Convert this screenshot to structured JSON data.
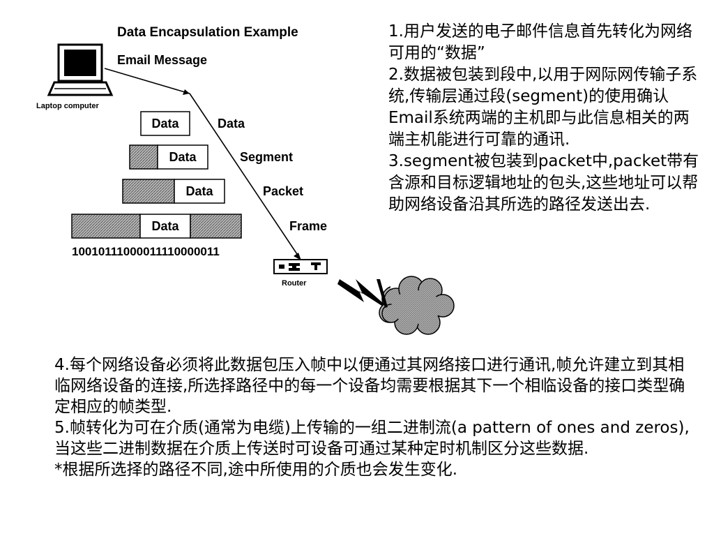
{
  "diagram": {
    "title": "Data Encapsulation Example",
    "email_label": "Email Message",
    "laptop_label": "Laptop computer",
    "router_label": "Router",
    "stage_labels": [
      "Data",
      "Segment",
      "Packet",
      "Frame"
    ],
    "box_label": "Data",
    "bit_stream": "10010111000011110000011"
  },
  "right_text": [
    "1.用户发送的电子邮件信息首先转化为网络可用的“数据”",
    "2.数据被包装到段中,以用于网际网传输子系统,传输层通过段(segment)的使用确认Email系统两端的主机即与此信息相关的两端主机能进行可靠的通讯.",
    "3.segment被包装到packet中,packet带有含源和目标逻辑地址的包头,这些地址可以帮助网络设备沿其所选的路径发送出去."
  ],
  "bottom_text": [
    "4.每个网络设备必须将此数据包压入帧中以便通过其网络接口进行通讯,帧允许建立到其相临网络设备的连接,所选择路径中的每一个设备均需要根据其下一个相临设备的接口类型确定相应的帧类型.",
    "5.帧转化为可在介质(通常为电缆)上传输的一组二进制流(a pattern of ones and zeros), 当这些二进制数据在介质上传送时可设备可通过某种定时机制区分这些数据.",
    "*根据所选择的路径不同,途中所使用的介质也会发生变化."
  ]
}
